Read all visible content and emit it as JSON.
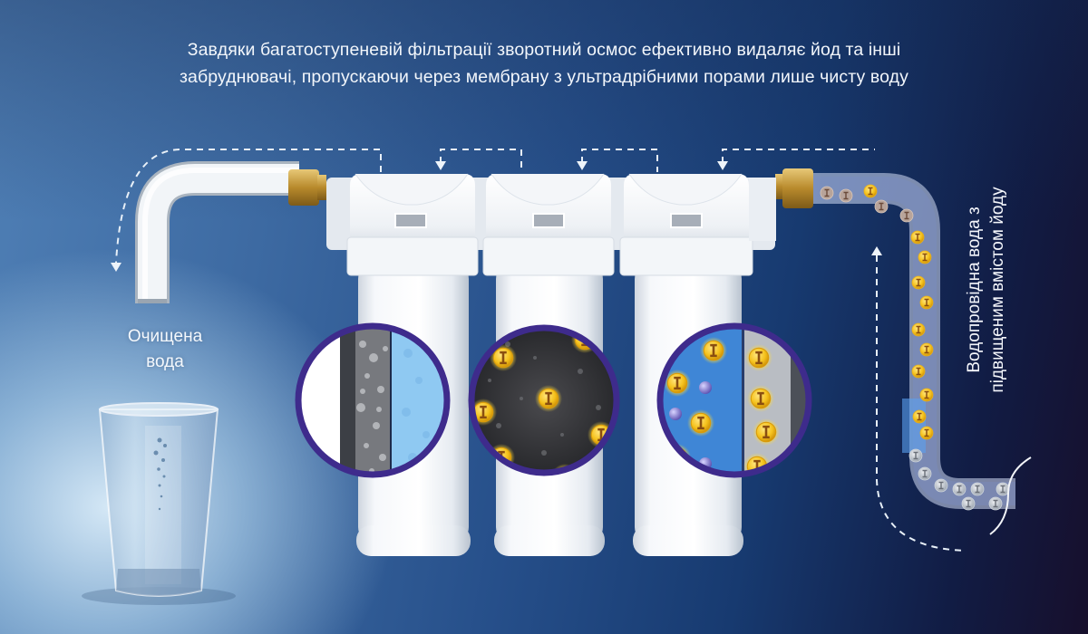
{
  "headline": {
    "line1": "Завдяки багатоступеневій фільтрації зворотний осмос ефективно видаляє йод та інші",
    "line2": "забруднювачі, пропускаючи через мембрану з ультрадрібними порами лише чисту воду"
  },
  "labels": {
    "output": {
      "line1": "Очищена",
      "line2": "вода"
    },
    "input": {
      "line1": "Водопровідна вода з",
      "line2": "підвищеним вмістом йоду"
    }
  },
  "ion_symbol": "I",
  "components": {
    "inlet_pipe": "transparent tube carrying iodine ions",
    "filters": [
      {
        "stage": 1,
        "zoom_view": "sediment layer and water"
      },
      {
        "stage": 2,
        "zoom_view": "activated carbon with iodine ions"
      },
      {
        "stage": 3,
        "zoom_view": "membrane separating iodine ions"
      }
    ],
    "outlet": "white faucet pipe",
    "glass": "glass of purified water"
  },
  "colors": {
    "bg_light": "#dceefa",
    "bg_mid": "#264f8a",
    "bg_dark": "#170f2c",
    "ring": "#3e2b8c",
    "ion": "#f5c21c",
    "brass": "#c8a043",
    "text": "#f2f6fb"
  }
}
